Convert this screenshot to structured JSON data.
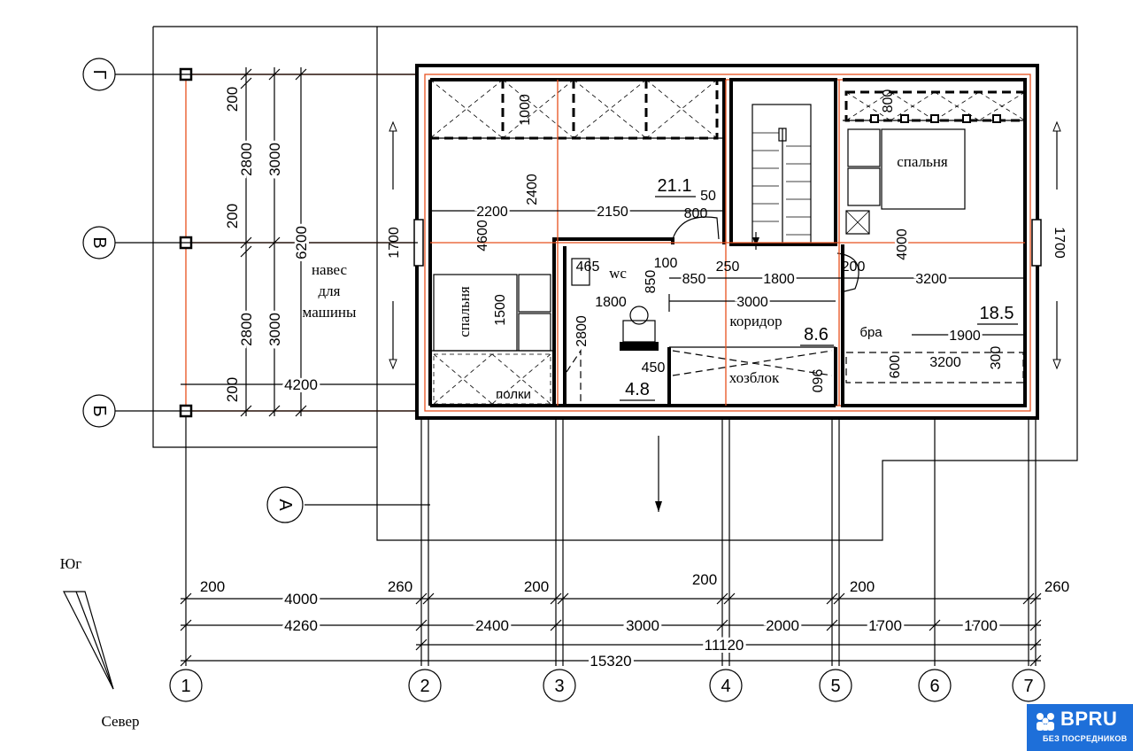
{
  "grid_letters": [
    "Г",
    "В",
    "Б",
    "А"
  ],
  "grid_numbers": [
    "1",
    "2",
    "3",
    "4",
    "5",
    "6",
    "7"
  ],
  "rooms": {
    "bedroom_left": "спальня",
    "bedroom_right": "спальня",
    "wc": "wc",
    "corridor": "коридор",
    "storage": "хозблок",
    "carport": [
      "навес",
      "для",
      "машины"
    ],
    "shelves": "полки",
    "sconce": "бра"
  },
  "areas": {
    "left": "21.1",
    "wc": "4.8",
    "corridor": "8.6",
    "right": "18.5"
  },
  "compass": {
    "south": "Юг",
    "north": "Север"
  },
  "dims": {
    "bottom_row1": [
      "200",
      "4000",
      "260",
      "200",
      "200",
      "200",
      "260"
    ],
    "bottom_row2": [
      "4260",
      "2400",
      "3000",
      "2000",
      "1700",
      "1700"
    ],
    "bottom_row3": [
      "11120"
    ],
    "bottom_row4": [
      "15320"
    ],
    "left_col1": [
      "200",
      "2800",
      "200",
      "2800",
      "200"
    ],
    "left_col2": [
      "3000",
      "3000"
    ],
    "left_col3": [
      "6200"
    ],
    "carport_width": "4200",
    "window_left": "1700",
    "window_right": "1700",
    "interior": [
      "1000",
      "2400",
      "2200",
      "2150",
      "800",
      "50",
      "4600",
      "1500",
      "465",
      "100",
      "850",
      "1800",
      "2800",
      "450",
      "250",
      "850",
      "1800",
      "200",
      "3000",
      "3200",
      "4000",
      "1900",
      "3200",
      "600",
      "300",
      "960",
      "800"
    ]
  },
  "logo": {
    "name": "BPRU",
    "tagline": "БЕЗ ПОСРЕДНИКОВ"
  }
}
